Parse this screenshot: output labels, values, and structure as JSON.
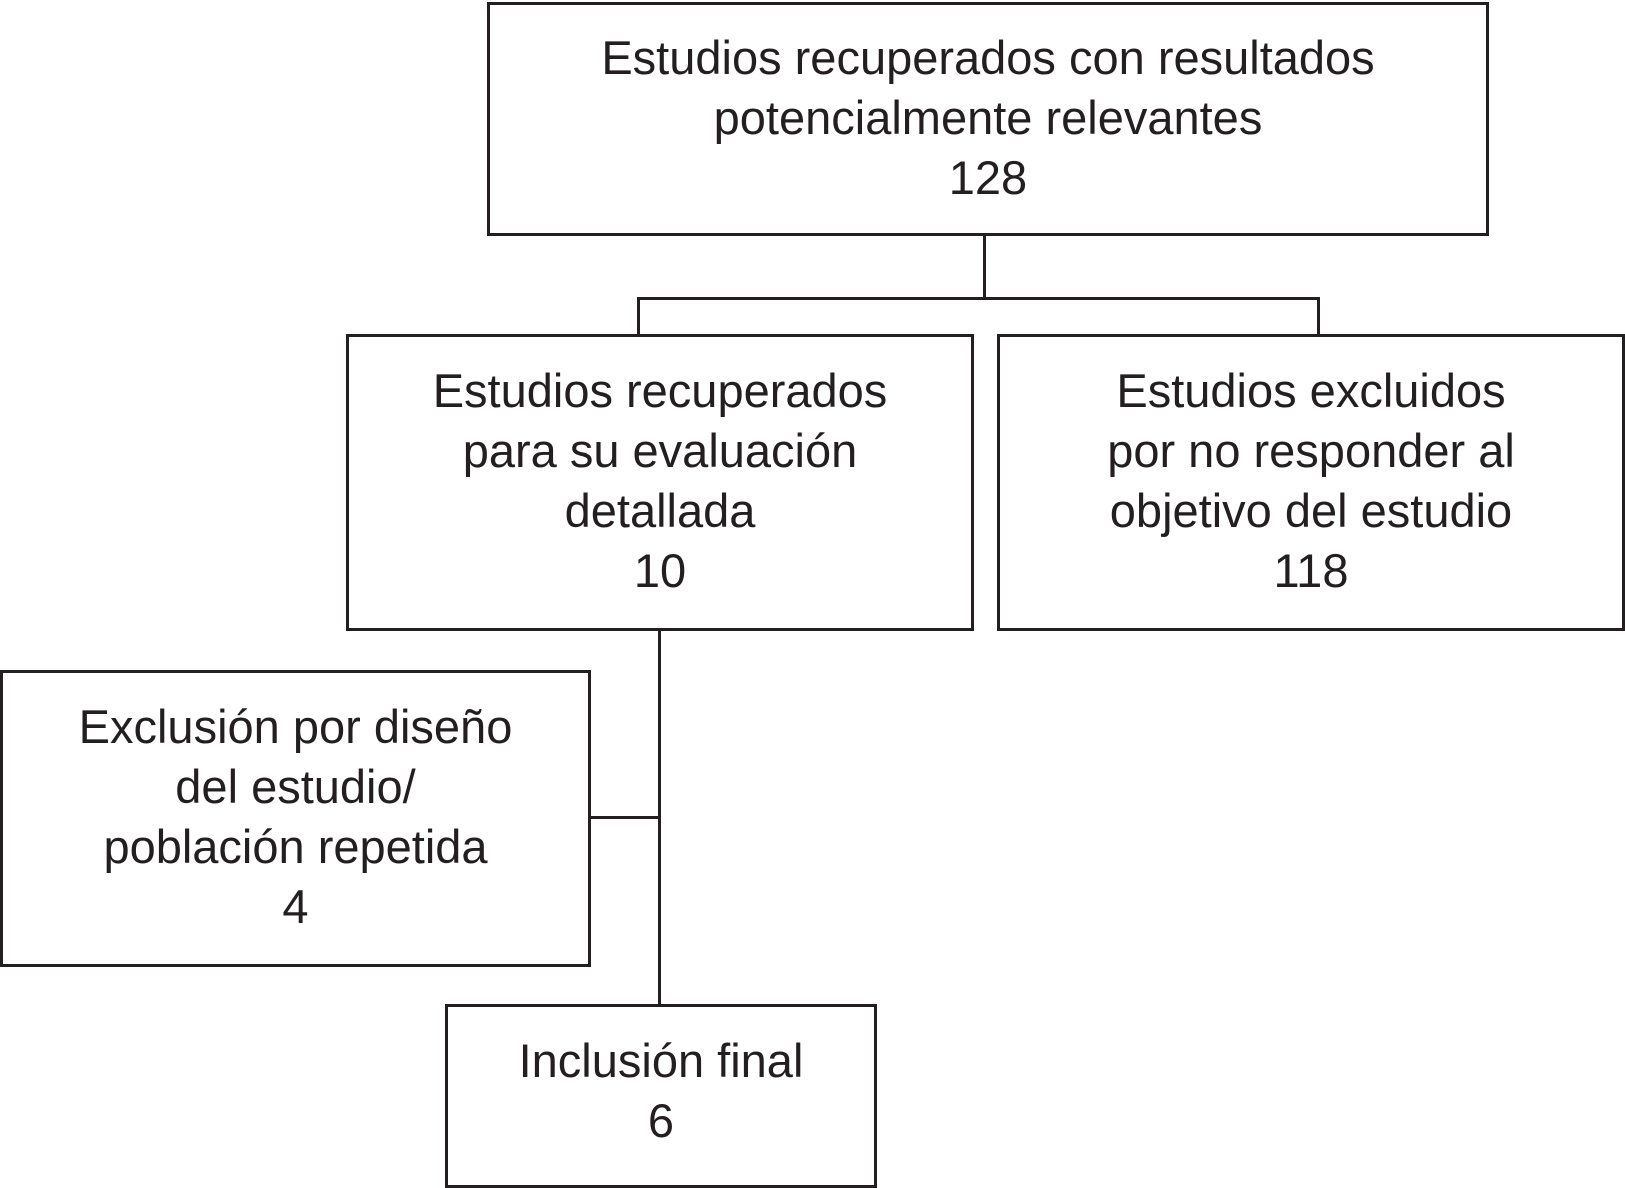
{
  "diagram": {
    "colors": {
      "stroke": "#231f20",
      "background": "#ffffff",
      "text": "#231f20"
    },
    "boxes": {
      "retrieved": {
        "lines": [
          "Estudios recuperados con resultados",
          "potencialmente relevantes"
        ],
        "count": "128"
      },
      "detailed": {
        "lines": [
          "Estudios recuperados",
          "para su evaluación",
          "detallada"
        ],
        "count": "10"
      },
      "excluded_objective": {
        "lines": [
          "Estudios excluidos",
          "por no responder al",
          "objetivo del estudio"
        ],
        "count": "118"
      },
      "excluded_design": {
        "lines": [
          "Exclusión por diseño",
          "del estudio/",
          "población repetida"
        ],
        "count": "4"
      },
      "final": {
        "lines": [
          "Inclusión final"
        ],
        "count": "6"
      }
    }
  }
}
